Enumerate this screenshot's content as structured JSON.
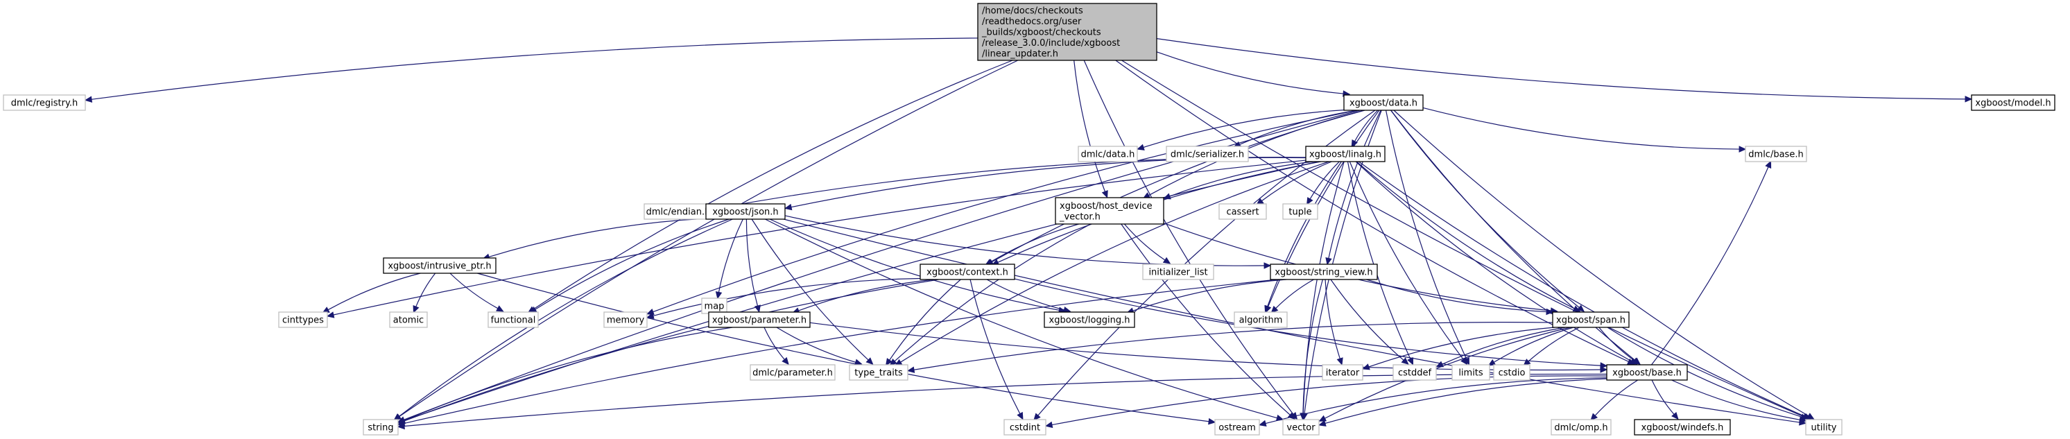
{
  "colors": {
    "edge": "#191970",
    "root_fill": "#bfbfbf",
    "root_border": "#000000",
    "header_fill": "#ffffff",
    "header_border": "#000000",
    "system_fill": "#ffffff",
    "system_border": "#bfbfbf",
    "system_text": "#333333"
  },
  "nodes": [
    {
      "id": "root",
      "kind": "root",
      "lines": [
        "/home/docs/checkouts",
        "/readthedocs.org/user",
        "_builds/xgboost/checkouts",
        "/release_3.0.0/include/xgboost",
        "/linear_updater.h"
      ]
    },
    {
      "id": "dmlc_registry",
      "kind": "system",
      "lines": [
        "dmlc/registry.h"
      ]
    },
    {
      "id": "xgb_data",
      "kind": "header",
      "lines": [
        "xgboost/data.h"
      ]
    },
    {
      "id": "xgb_model",
      "kind": "header",
      "lines": [
        "xgboost/model.h"
      ]
    },
    {
      "id": "dmlc_data",
      "kind": "system",
      "lines": [
        "dmlc/data.h"
      ]
    },
    {
      "id": "dmlc_serializer",
      "kind": "system",
      "lines": [
        "dmlc/serializer.h"
      ]
    },
    {
      "id": "xgb_linalg",
      "kind": "header",
      "lines": [
        "xgboost/linalg.h"
      ]
    },
    {
      "id": "dmlc_base",
      "kind": "system",
      "lines": [
        "dmlc/base.h"
      ]
    },
    {
      "id": "dmlc_endian",
      "kind": "system",
      "lines": [
        "dmlc/endian.h"
      ]
    },
    {
      "id": "xgb_json",
      "kind": "header",
      "lines": [
        "xgboost/json.h"
      ]
    },
    {
      "id": "xgb_hdv",
      "kind": "header",
      "lines": [
        "xgboost/host_device",
        "_vector.h"
      ]
    },
    {
      "id": "cassert",
      "kind": "system",
      "lines": [
        "cassert"
      ]
    },
    {
      "id": "tuple",
      "kind": "system",
      "lines": [
        "tuple"
      ]
    },
    {
      "id": "xgb_iptr",
      "kind": "header",
      "lines": [
        "xgboost/intrusive_ptr.h"
      ]
    },
    {
      "id": "map",
      "kind": "system",
      "lines": [
        "map"
      ]
    },
    {
      "id": "xgb_context",
      "kind": "header",
      "lines": [
        "xgboost/context.h"
      ]
    },
    {
      "id": "initializer_list",
      "kind": "system",
      "lines": [
        "initializer_list"
      ]
    },
    {
      "id": "xgb_strview",
      "kind": "header",
      "lines": [
        "xgboost/string_view.h"
      ]
    },
    {
      "id": "cinttypes",
      "kind": "system",
      "lines": [
        "cinttypes"
      ]
    },
    {
      "id": "atomic",
      "kind": "system",
      "lines": [
        "atomic"
      ]
    },
    {
      "id": "functional",
      "kind": "system",
      "lines": [
        "functional"
      ]
    },
    {
      "id": "memory",
      "kind": "system",
      "lines": [
        "memory"
      ]
    },
    {
      "id": "xgb_logging",
      "kind": "header",
      "lines": [
        "xgboost/logging.h"
      ]
    },
    {
      "id": "algorithm",
      "kind": "system",
      "lines": [
        "algorithm"
      ]
    },
    {
      "id": "xgb_span",
      "kind": "header",
      "lines": [
        "xgboost/span.h"
      ]
    },
    {
      "id": "xgb_parameter",
      "kind": "header",
      "lines": [
        "xgboost/parameter.h"
      ]
    },
    {
      "id": "dmlc_parameter",
      "kind": "system",
      "lines": [
        "dmlc/parameter.h"
      ]
    },
    {
      "id": "type_traits",
      "kind": "system",
      "lines": [
        "type_traits"
      ]
    },
    {
      "id": "iterator",
      "kind": "system",
      "lines": [
        "iterator"
      ]
    },
    {
      "id": "cstddef",
      "kind": "system",
      "lines": [
        "cstddef"
      ]
    },
    {
      "id": "limits",
      "kind": "system",
      "lines": [
        "limits"
      ]
    },
    {
      "id": "cstdio",
      "kind": "system",
      "lines": [
        "cstdio"
      ]
    },
    {
      "id": "xgb_base",
      "kind": "header",
      "lines": [
        "xgboost/base.h"
      ]
    },
    {
      "id": "string",
      "kind": "system",
      "lines": [
        "string"
      ]
    },
    {
      "id": "cstdint",
      "kind": "system",
      "lines": [
        "cstdint"
      ]
    },
    {
      "id": "ostream",
      "kind": "system",
      "lines": [
        "ostream"
      ]
    },
    {
      "id": "vector",
      "kind": "system",
      "lines": [
        "vector"
      ]
    },
    {
      "id": "dmlc_omp",
      "kind": "system",
      "lines": [
        "dmlc/omp.h"
      ]
    },
    {
      "id": "xgb_windefs",
      "kind": "header",
      "lines": [
        "xgboost/windefs.h"
      ]
    },
    {
      "id": "utility",
      "kind": "system",
      "lines": [
        "utility"
      ]
    }
  ],
  "edges": [
    [
      "root",
      "dmlc_registry"
    ],
    [
      "root",
      "xgb_data"
    ],
    [
      "root",
      "xgb_model"
    ],
    [
      "root",
      "xgb_hdv"
    ],
    [
      "root",
      "functional"
    ],
    [
      "root",
      "string"
    ],
    [
      "root",
      "utility"
    ],
    [
      "root",
      "vector"
    ],
    [
      "root",
      "xgb_base"
    ],
    [
      "xgb_data",
      "dmlc_base"
    ],
    [
      "xgb_data",
      "dmlc_data"
    ],
    [
      "xgb_data",
      "dmlc_serializer"
    ],
    [
      "xgb_data",
      "xgb_linalg"
    ],
    [
      "xgb_data",
      "xgb_hdv"
    ],
    [
      "xgb_data",
      "xgb_base"
    ],
    [
      "xgb_data",
      "xgb_span"
    ],
    [
      "xgb_data",
      "xgb_strview"
    ],
    [
      "xgb_data",
      "xgb_context"
    ],
    [
      "xgb_data",
      "algorithm"
    ],
    [
      "xgb_data",
      "limits"
    ],
    [
      "xgb_data",
      "memory"
    ],
    [
      "xgb_data",
      "string"
    ],
    [
      "xgb_data",
      "utility"
    ],
    [
      "xgb_data",
      "vector"
    ],
    [
      "xgb_data",
      "cstdint"
    ],
    [
      "xgb_linalg",
      "dmlc_endian"
    ],
    [
      "xgb_linalg",
      "xgb_base"
    ],
    [
      "xgb_linalg",
      "xgb_context"
    ],
    [
      "xgb_linalg",
      "xgb_hdv"
    ],
    [
      "xgb_linalg",
      "xgb_json"
    ],
    [
      "xgb_linalg",
      "xgb_span"
    ],
    [
      "xgb_linalg",
      "algorithm"
    ],
    [
      "xgb_linalg",
      "cassert"
    ],
    [
      "xgb_linalg",
      "cinttypes"
    ],
    [
      "xgb_linalg",
      "cstddef"
    ],
    [
      "xgb_linalg",
      "limits"
    ],
    [
      "xgb_linalg",
      "string"
    ],
    [
      "xgb_linalg",
      "tuple"
    ],
    [
      "xgb_linalg",
      "type_traits"
    ],
    [
      "xgb_linalg",
      "utility"
    ],
    [
      "xgb_linalg",
      "vector"
    ],
    [
      "xgb_json",
      "xgb_iptr"
    ],
    [
      "xgb_json",
      "xgb_logging"
    ],
    [
      "xgb_json",
      "xgb_parameter"
    ],
    [
      "xgb_json",
      "xgb_strview"
    ],
    [
      "xgb_json",
      "functional"
    ],
    [
      "xgb_json",
      "map"
    ],
    [
      "xgb_json",
      "string"
    ],
    [
      "xgb_json",
      "type_traits"
    ],
    [
      "xgb_json",
      "utility"
    ],
    [
      "xgb_json",
      "vector"
    ],
    [
      "xgb_iptr",
      "atomic"
    ],
    [
      "xgb_iptr",
      "cinttypes"
    ],
    [
      "xgb_iptr",
      "functional"
    ],
    [
      "xgb_iptr",
      "ostream"
    ],
    [
      "xgb_hdv",
      "xgb_context"
    ],
    [
      "xgb_hdv",
      "initializer_list"
    ],
    [
      "xgb_hdv",
      "type_traits"
    ],
    [
      "xgb_hdv",
      "vector"
    ],
    [
      "xgb_hdv",
      "xgb_span"
    ],
    [
      "xgb_context",
      "xgb_base"
    ],
    [
      "xgb_context",
      "xgb_parameter"
    ],
    [
      "xgb_context",
      "xgb_logging"
    ],
    [
      "xgb_context",
      "memory"
    ],
    [
      "xgb_context",
      "string"
    ],
    [
      "xgb_context",
      "type_traits"
    ],
    [
      "xgb_context",
      "cstdint"
    ],
    [
      "xgb_strview",
      "xgb_logging"
    ],
    [
      "xgb_strview",
      "xgb_span"
    ],
    [
      "xgb_strview",
      "algorithm"
    ],
    [
      "xgb_strview",
      "iterator"
    ],
    [
      "xgb_strview",
      "cstddef"
    ],
    [
      "xgb_strview",
      "string"
    ],
    [
      "xgb_strview",
      "vector"
    ],
    [
      "xgb_parameter",
      "dmlc_parameter"
    ],
    [
      "xgb_parameter",
      "xgb_base"
    ],
    [
      "xgb_parameter",
      "string"
    ],
    [
      "xgb_parameter",
      "type_traits"
    ],
    [
      "xgb_span",
      "xgb_base"
    ],
    [
      "xgb_span",
      "cstddef"
    ],
    [
      "xgb_span",
      "cstdio"
    ],
    [
      "xgb_span",
      "iterator"
    ],
    [
      "xgb_span",
      "limits"
    ],
    [
      "xgb_span",
      "type_traits"
    ],
    [
      "xgb_span",
      "utility"
    ],
    [
      "xgb_span",
      "vector"
    ],
    [
      "xgb_base",
      "dmlc_base"
    ],
    [
      "xgb_base",
      "dmlc_omp"
    ],
    [
      "xgb_base",
      "xgb_windefs"
    ],
    [
      "xgb_base",
      "cstdint"
    ],
    [
      "xgb_base",
      "ostream"
    ],
    [
      "xgb_base",
      "string"
    ],
    [
      "xgb_base",
      "utility"
    ],
    [
      "xgb_base",
      "vector"
    ]
  ]
}
